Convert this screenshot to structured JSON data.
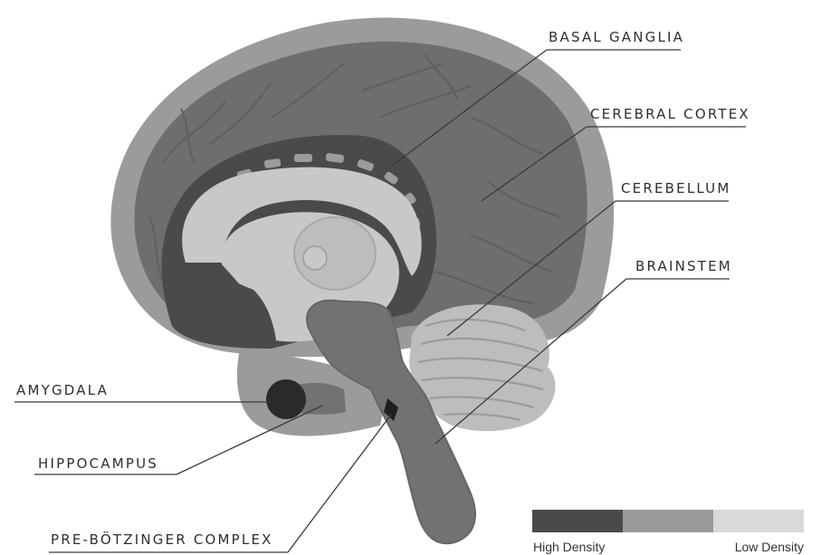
{
  "labels": {
    "basal_ganglia": "BASAL GANGLIA",
    "cerebral_cortex": "CEREBRAL CORTEX",
    "cerebellum": "CEREBELLUM",
    "brainstem": "BRAINSTEM",
    "amygdala": "AMYGDALA",
    "hippocampus": "HIPPOCAMPUS",
    "pre_botzinger": "PRE-BÖTZINGER COMPLEX"
  },
  "legend": {
    "high_label": "High Density",
    "low_label": "Low Density",
    "scale_colors": [
      "#4a4a4a",
      "#9a9a9a",
      "#d9d9d9"
    ]
  },
  "colors": {
    "outer_brain": "#9b9b9b",
    "cortex": "#6e6e6e",
    "dark_region": "#4a4a4a",
    "light_region": "#c8c8c8",
    "cerebellum": "#bdbdbd",
    "brainstem": "#727272",
    "amygdala": "#2a2a2a"
  }
}
